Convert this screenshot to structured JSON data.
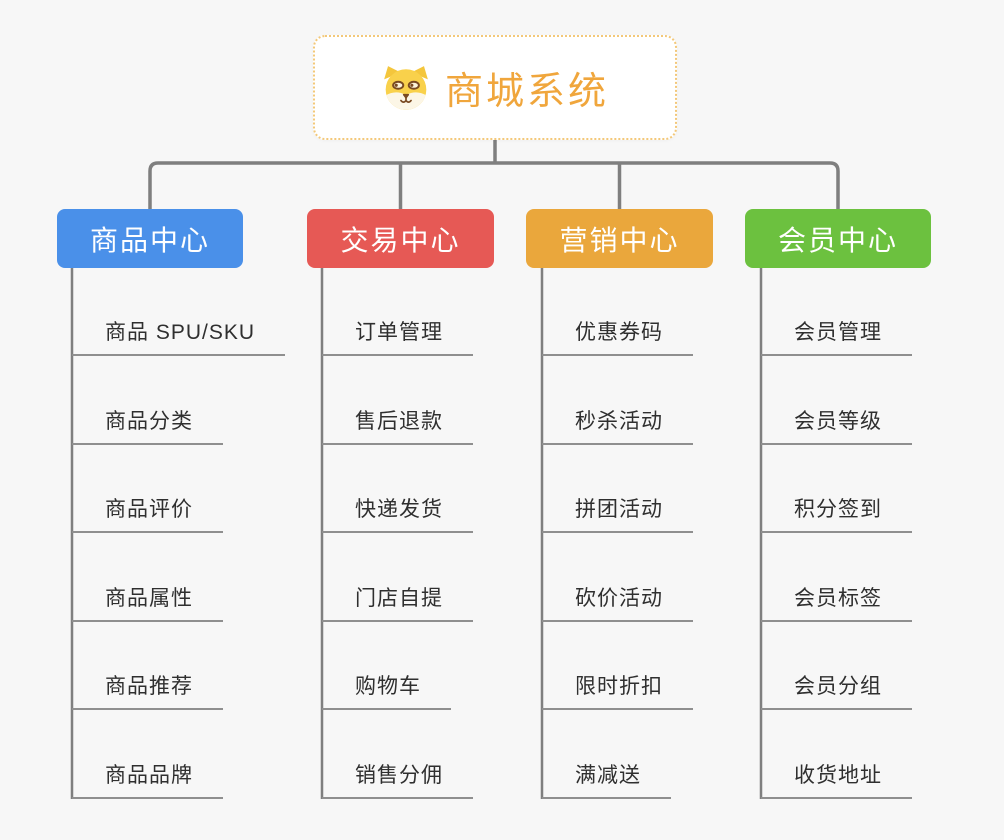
{
  "root": {
    "title": "商城系统",
    "icon": "shiba-dog-icon",
    "title_color": "#f0a63c",
    "border_color": "#f3c879"
  },
  "branches": [
    {
      "label": "商品中心",
      "color": "#4a90e9",
      "items": [
        "商品 SPU/SKU",
        "商品分类",
        "商品评价",
        "商品属性",
        "商品推荐",
        "商品品牌"
      ]
    },
    {
      "label": "交易中心",
      "color": "#e65955",
      "items": [
        "订单管理",
        "售后退款",
        "快递发货",
        "门店自提",
        "购物车",
        "销售分佣"
      ]
    },
    {
      "label": "营销中心",
      "color": "#eaa73c",
      "items": [
        "优惠券码",
        "秒杀活动",
        "拼团活动",
        "砍价活动",
        "限时折扣",
        "满减送"
      ]
    },
    {
      "label": "会员中心",
      "color": "#6cc13f",
      "items": [
        "会员管理",
        "会员等级",
        "积分签到",
        "会员标签",
        "会员分组",
        "收货地址"
      ]
    }
  ],
  "colors": {
    "background": "#f7f7f7",
    "connector": "#7f7f7f",
    "item_underline": "#8f8f8f",
    "item_text": "#2f2f2f",
    "branch_text": "#ffffff"
  }
}
